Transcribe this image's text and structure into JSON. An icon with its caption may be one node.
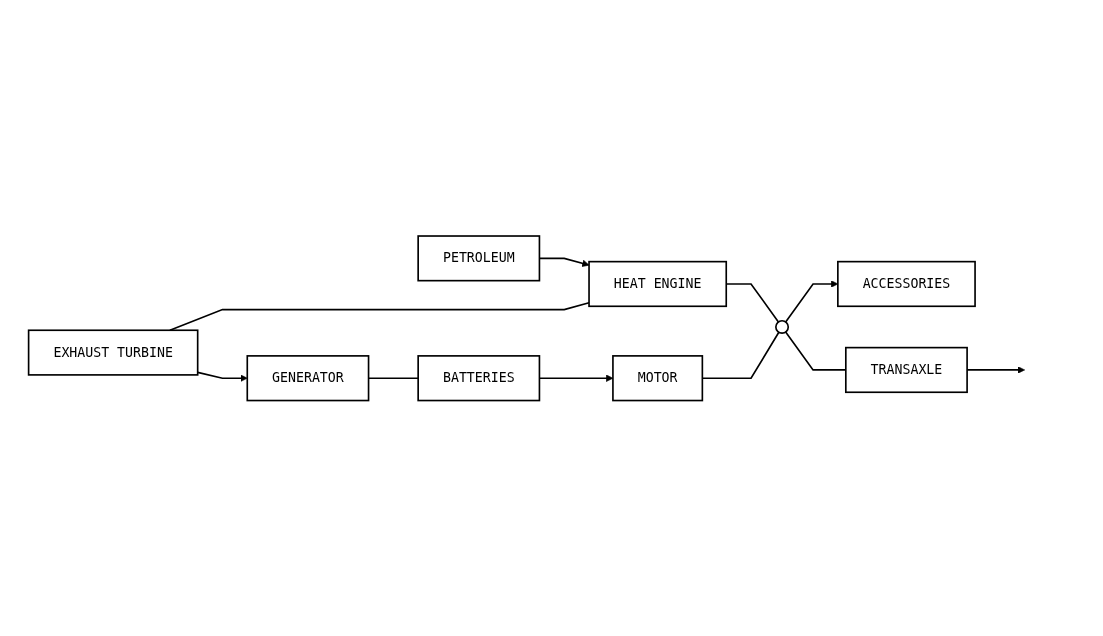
{
  "diagram": {
    "nodes": [
      {
        "text": [
          "PETROLEUM"
        ]
      },
      {
        "text": [
          "ACCESSORIES"
        ]
      },
      {
        "text": [
          "EXHAUST TURBINE"
        ]
      },
      {
        "text": [
          "HEAT ENGINE"
        ]
      },
      {
        "text": [
          "GENERATOR"
        ]
      },
      {
        "text": [],
        "shape": "circle"
      },
      {
        "text": [
          "TRANSAXLE"
        ]
      },
      {
        "text": [
          "MOTOR"
        ]
      },
      {
        "text": [
          "BATTERIES"
        ]
      }
    ],
    "edges": [
      {
        "from": 0,
        "to": 3,
        "arrow": "to"
      },
      {
        "from": 2,
        "to": 3,
        "arrow": "none"
      },
      {
        "from": 2,
        "to": 4,
        "arrow": "to"
      },
      {
        "from": 3,
        "to": 5,
        "arrow": "none"
      },
      {
        "from": 7,
        "to": 5,
        "arrow": "none"
      },
      {
        "from": 5,
        "to": 6,
        "arrow": "none"
      },
      {
        "from": 5,
        "to": 1,
        "arrow": "to"
      },
      {
        "from": 6,
        "to": null,
        "arrow": "to"
      },
      {
        "from": 4,
        "to": 8,
        "arrow": "none"
      },
      {
        "from": 8,
        "to": 7,
        "arrow": "to"
      }
    ]
  }
}
